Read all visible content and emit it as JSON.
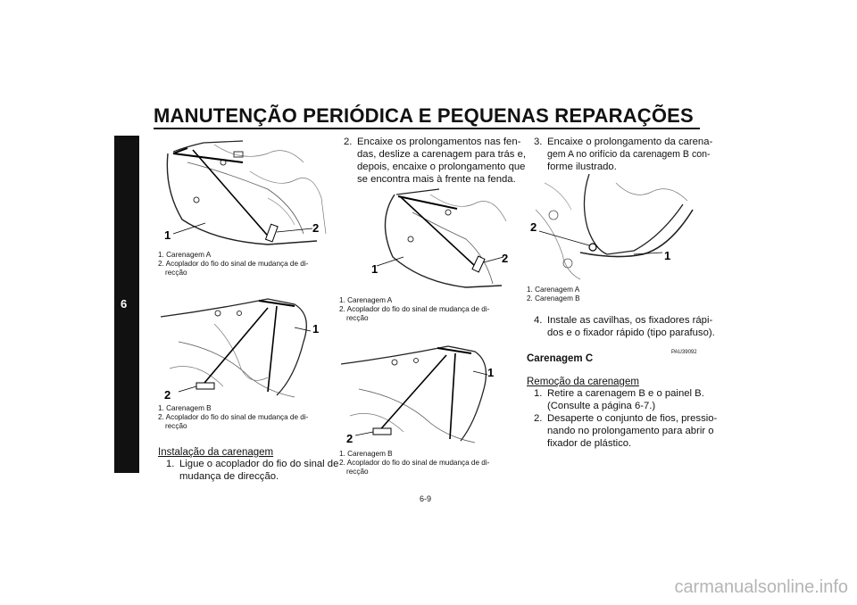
{
  "header": {
    "title": "MANUTENÇÃO PERIÓDICA E PEQUENAS REPARAÇÕES"
  },
  "chapter_tab": "6",
  "figures": {
    "fig1": {
      "callouts": [
        "1",
        "2"
      ],
      "caption": [
        "1. Carenagem A",
        "2. Acoplador do fio do sinal de mudança de di-",
        "recção"
      ]
    },
    "fig2": {
      "callouts": [
        "1",
        "2"
      ],
      "caption": [
        "1. Carenagem B",
        "2. Acoplador do fio do sinal de mudança de di-",
        "recção"
      ]
    },
    "fig3": {
      "callouts": [
        "1",
        "2"
      ],
      "caption": [
        "1. Carenagem A",
        "2. Acoplador do fio do sinal de mudança de di-",
        "recção"
      ]
    },
    "fig4": {
      "callouts": [
        "1",
        "2"
      ],
      "caption": [
        "1. Carenagem B",
        "2. Acoplador do fio do sinal de mudança de di-",
        "recção"
      ]
    },
    "fig5": {
      "callouts": [
        "2",
        "1"
      ],
      "caption": [
        "1. Carenagem A",
        "2. Carenagem B"
      ]
    }
  },
  "col1": {
    "section": "Instalação da carenagem",
    "step1": {
      "num": "1.",
      "lines": [
        "Ligue o acoplador do fio do sinal de",
        "mudança de direcção."
      ]
    }
  },
  "col2": {
    "step2": {
      "num": "2.",
      "lines": [
        "Encaixe os prolongamentos nas fen-",
        "das, deslize a carenagem para trás e,",
        "depois, encaixe o prolongamento que",
        "se encontra mais à frente na fenda."
      ]
    }
  },
  "col3": {
    "step3": {
      "num": "3.",
      "lines": [
        "Encaixe o prolongamento da carena-",
        "gem A no orifício da carenagem B con-",
        "forme ilustrado."
      ]
    },
    "step4": {
      "num": "4.",
      "lines": [
        "Instale as cavilhas, os fixadores rápi-",
        "dos e o fixador rápido (tipo parafuso)."
      ]
    },
    "code": "PAU39092",
    "heading": "Carenagem C",
    "section": "Remoção da carenagem",
    "step_r1": {
      "num": "1.",
      "lines": [
        "Retire a carenagem B e o painel B.",
        "(Consulte a página 6-7.)"
      ]
    },
    "step_r2": {
      "num": "2.",
      "lines": [
        "Desaperte o conjunto de fios, pressio-",
        "nando no prolongamento para abrir o",
        "fixador de plástico."
      ]
    }
  },
  "page_number": "6-9",
  "watermark": "carmanualsonline.info"
}
